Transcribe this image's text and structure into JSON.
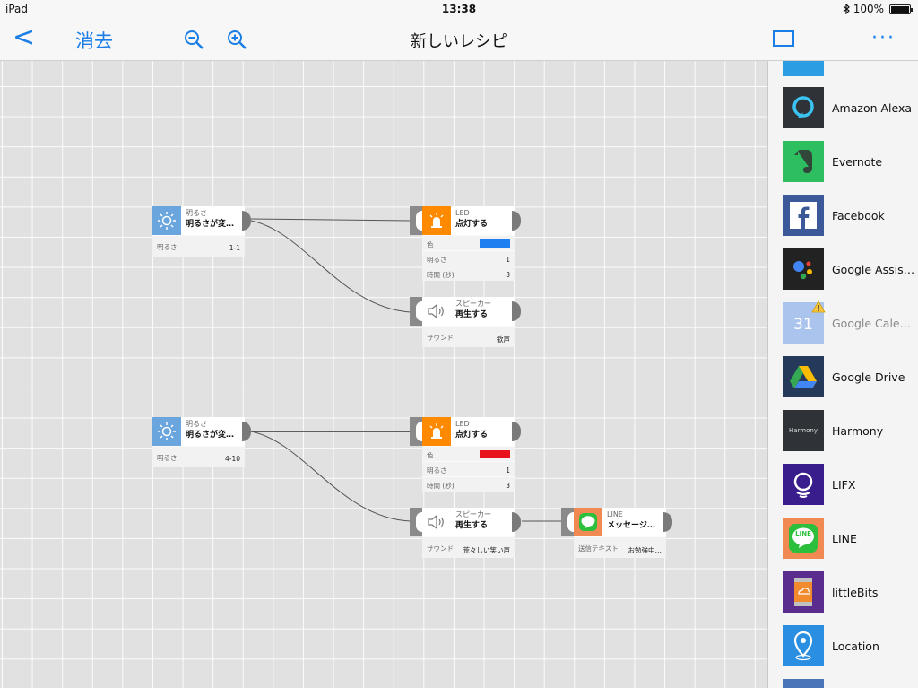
{
  "status_bar": {
    "device": "iPad",
    "time": "13:38",
    "battery": "100%"
  },
  "nav": {
    "back": "<",
    "erase": "消去",
    "title": "新しいレシピ",
    "more": "···"
  },
  "nodes": {
    "trigger1": {
      "category": "明るさ",
      "name": "明るさが変…",
      "prop_key": "明るさ",
      "prop_value": "1-1"
    },
    "led1": {
      "category": "LED",
      "name": "点灯する",
      "color_key": "色",
      "color": "#1e7ff0",
      "brightness_key": "明るさ",
      "brightness": "1",
      "time_key": "時間 (秒)",
      "time": "3"
    },
    "speaker1": {
      "category": "スピーカー",
      "name": "再生する",
      "sound_key": "サウンド",
      "sound": "歓声"
    },
    "trigger2": {
      "category": "明るさ",
      "name": "明るさが変…",
      "prop_key": "明るさ",
      "prop_value": "4-10"
    },
    "led2": {
      "category": "LED",
      "name": "点灯する",
      "color_key": "色",
      "color": "#e8121b",
      "brightness_key": "明るさ",
      "brightness": "1",
      "time_key": "時間 (秒)",
      "time": "3"
    },
    "speaker2": {
      "category": "スピーカー",
      "name": "再生する",
      "sound_key": "サウンド",
      "sound": "荒々しい笑い声"
    },
    "line1": {
      "category": "LINE",
      "name": "メッセージ…",
      "text_key": "送信テキスト",
      "text": "お勉強中…"
    }
  },
  "sidebar": {
    "items": [
      {
        "label": "Amazon Alexa",
        "icon": "amazon-alexa-icon",
        "color": "#2f3338"
      },
      {
        "label": "Evernote",
        "icon": "evernote-icon",
        "color": "#2dbe60"
      },
      {
        "label": "Facebook",
        "icon": "facebook-icon",
        "color": "#3b5998"
      },
      {
        "label": "Google Assist…",
        "icon": "google-assistant-icon",
        "color": "#222"
      },
      {
        "label": "Google Calen…",
        "icon": "google-calendar-icon",
        "color": "#aac4ee"
      },
      {
        "label": "Google Drive",
        "icon": "google-drive-icon",
        "color": "#253a5a"
      },
      {
        "label": "Harmony",
        "icon": "harmony-icon",
        "color": "#2f3338",
        "icon_text": "Harmony"
      },
      {
        "label": "LIFX",
        "icon": "lifx-icon",
        "color": "#3a1d8c"
      },
      {
        "label": "LINE",
        "icon": "line-icon",
        "color": "#f08a52",
        "icon_text": "LINE"
      },
      {
        "label": "littleBits",
        "icon": "littlebits-icon",
        "color": "#5a2c8e"
      },
      {
        "label": "Location",
        "icon": "location-icon",
        "color": "#2a8fe0"
      }
    ],
    "calendar_day": "31"
  }
}
